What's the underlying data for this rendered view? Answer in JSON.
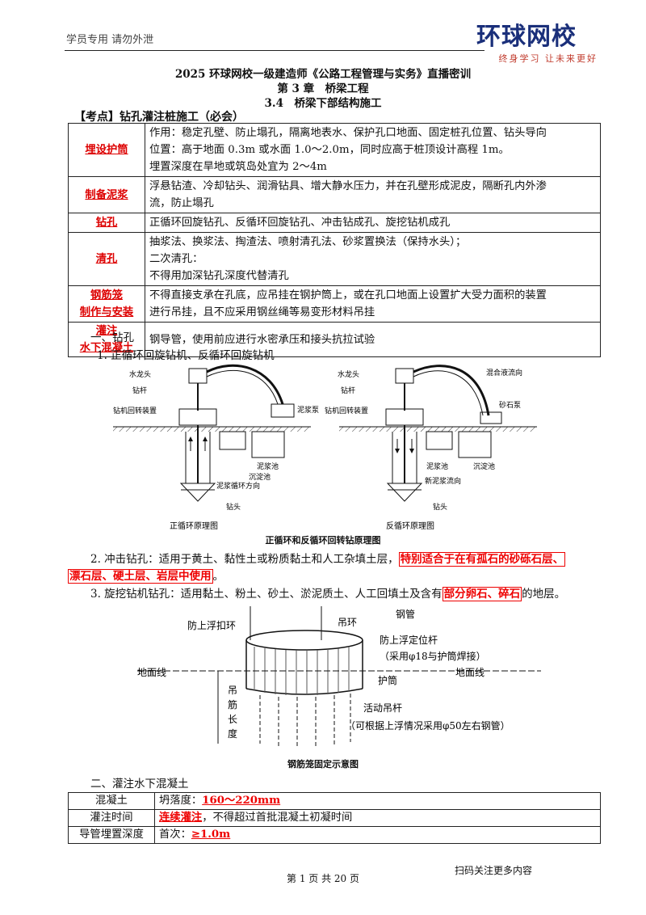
{
  "header": {
    "left": "学员专用 请勿外泄",
    "logo_main": "环球网校",
    "logo_sub": "终身学习 让未来更好"
  },
  "titles": {
    "line1": "2025 环球网校一级建造师《公路工程管理与实务》直播密训",
    "line2": "第 3 章　桥梁工程",
    "line3": "3.4　桥梁下部结构施工"
  },
  "kaodian": "【考点】钻孔灌注桩施工（必会）",
  "table1": [
    {
      "key": "埋设护筒",
      "lines": [
        "作用：稳定孔壁、防止塌孔，隔离地表水、保护孔口地面、固定桩孔位置、钻头导向",
        "位置：高于地面 0.3m 或水面 1.0～2.0m，同时应高于桩顶设计高程 1m。",
        "埋置深度在旱地或筑岛处宜为 2～4m"
      ]
    },
    {
      "key": "制备泥浆",
      "lines": [
        "浮悬钻渣、冷却钻头、润滑钻具、增大静水压力，并在孔壁形成泥皮，隔断孔内外渗",
        "流，防止塌孔"
      ]
    },
    {
      "key": "钻孔",
      "lines": [
        "正循环回旋钻孔、反循环回旋钻孔、冲击钻成孔、旋挖钻机成孔"
      ]
    },
    {
      "key": "清孔",
      "lines": [
        "抽浆法、换浆法、掏渣法、喷射清孔法、砂浆置换法（保持水头）；",
        "二次清孔：",
        "不得用加深钻孔深度代替清孔"
      ]
    },
    {
      "key": "钢筋笼制作与安装",
      "key1": "钢筋笼",
      "key2": "制作与安装",
      "lines": [
        "不得直接支承在孔底，应吊挂在钢护筒上，或在孔口地面上设置扩大受力面积的装置",
        "进行吊挂，且不应采用钢丝绳等易变形材料吊挂"
      ]
    },
    {
      "key": "灌注水下混凝土",
      "key1": "灌注",
      "key2": "水下混凝土",
      "lines": [
        "钢导管，使用前应进行水密承压和接头抗拉试验"
      ]
    }
  ],
  "section1": "一、钻孔",
  "sub1": "1. 正循环回旋钻机、反循环回旋钻机",
  "fig1": {
    "left_labels": {
      "l1": "水龙头",
      "l2": "钻杆",
      "l3": "钻机回转装置",
      "l4": "泥浆泵",
      "l5": "泥浆池",
      "l6": "沉淀池",
      "l7": "泥浆循环方向",
      "l8": "钻头"
    },
    "right_labels": {
      "l1": "水龙头",
      "l2": "钻杆",
      "l3": "钻机回转装置",
      "l4": "混合液流向",
      "l5": "砂石泵",
      "l6": "泥浆池",
      "l7": "沉淀池",
      "l8": "新泥浆流向",
      "l9": "钻头"
    },
    "left_caption": "正循环原理图",
    "right_caption": "反循环原理图",
    "caption": "正循环和反循环回转钻原理图"
  },
  "p2": {
    "a": "2. 冲击钻孔：适用于黄土、黏性土或粉质黏土和人工杂填土层，",
    "b": "特别适合于在有孤石的砂砾石层、",
    "c": "漂石层、硬土层、岩层中使用",
    "d": "。"
  },
  "p3": {
    "a": "3. 旋挖钻机钻孔：适用黏土、粉土、砂土、淤泥质土、人工回填土及含有",
    "b": "部分卵石、碎石",
    "c": "的地层。"
  },
  "fig2": {
    "l1": "防上浮扣环",
    "l2": "吊环",
    "l3": "钢管",
    "l4": "防上浮定位杆",
    "l5": "（采用φ18与护筒焊接）",
    "l6": "地面线",
    "l7": "地面线",
    "l8": "护筒",
    "l9": "吊",
    "l10": "筋",
    "l11": "长",
    "l12": "度",
    "l13": "活动吊杆",
    "l14": "（可根据上浮情况采用φ50左右钢管）",
    "caption": "钢筋笼固定示意图"
  },
  "section2": "二、灌注水下混凝土",
  "table2": [
    {
      "key": "混凝土",
      "pre": "坍落度：",
      "red": "160～220mm",
      "post": ""
    },
    {
      "key": "灌注时间",
      "pre": "",
      "red": "连续灌注",
      "post": "，不得超过首批混凝土初凝时间"
    },
    {
      "key": "导管埋置深度",
      "pre": "首次：",
      "red": "≥1.0m",
      "post": ""
    }
  ],
  "footer": "第 1 页 共 20 页",
  "scan": "扫码关注更多内容",
  "colors": {
    "accent": "#e00000",
    "logo_blue": "#1a2f7a"
  }
}
